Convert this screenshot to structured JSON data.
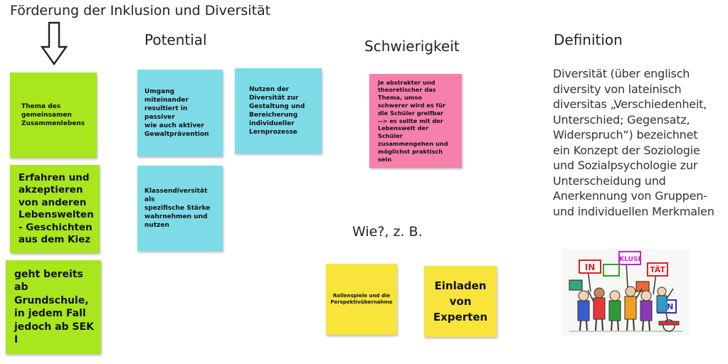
{
  "title": "Förderung der Inklusion und Diversität",
  "headings": {
    "potential": "Potential",
    "difficulty": "Schwierigkeit",
    "definition": "Definition",
    "how": "Wie?, z. B."
  },
  "notes": {
    "green_1": "Thema des\ngemeinsamen\nZusammenlebens",
    "green_2": "Erfahren und\nakzeptieren\nvon anderen\nLebenswelten\n- Geschichten\naus dem Kiez",
    "green_3": "geht bereits\nab\nGrundschule,\nin jedem Fall\njedoch ab SEK\nI",
    "cyan_1": "Umgang\nmiteinander\nresultiert in passiver\nwie auch aktiver\nGewaltprävention",
    "cyan_2": "Nutzen der\nDiversität zur\nGestaltung und\nBereicherung\nindividueller\nLernprozesse",
    "cyan_3": "Klassendiversität als\nspezifische Stärke\nwahrnehmen und\nnutzen",
    "pink_1": "Je abstrakter und\ntheoretischer das\nThema, umso\nschwerer wird es für\ndie Schüler greifbar\n--> es sollte mit der\nLebenswelt der\nSchüler\nzusammengehen und\nmöglichst praktisch\nsein",
    "yellow_1": "Rollenspiele und die\nPerspektivübernahme",
    "yellow_2": "Einladen\nvon\nExperten"
  },
  "definition_text": "Diversität (über englisch\ndiversity von lateinisch\ndiversitas „Verschiedenheit,\nUnterschied; Gegensatz,\nWiderspruch“) bezeichnet\nein Konzept der Soziologie\nund Sozialpsychologie zur\nUnterscheidung und\nAnerkennung von Gruppen-\nund individuellen Merkmalen",
  "illustration_signs": [
    "IN",
    "KLUSI",
    "TÄT",
    "ON"
  ],
  "colors": {
    "green": "#a8e61d",
    "cyan": "#7ddbe8",
    "pink": "#f67fae",
    "yellow": "#f8e43b"
  },
  "icons": {
    "arrow": "down-arrow-outline-icon"
  }
}
